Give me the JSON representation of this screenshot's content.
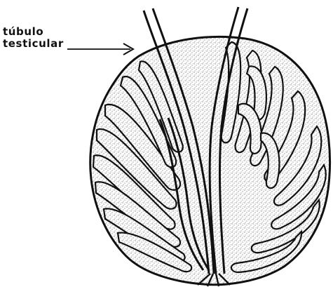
{
  "diagram": {
    "label": {
      "line1": "túbulo",
      "line2": "testicular"
    },
    "icons": {
      "arrow": "arrow-right-icon",
      "organ": "testis-lobule-illustration"
    },
    "colors": {
      "ink": "#111111",
      "background": "#ffffff"
    }
  }
}
